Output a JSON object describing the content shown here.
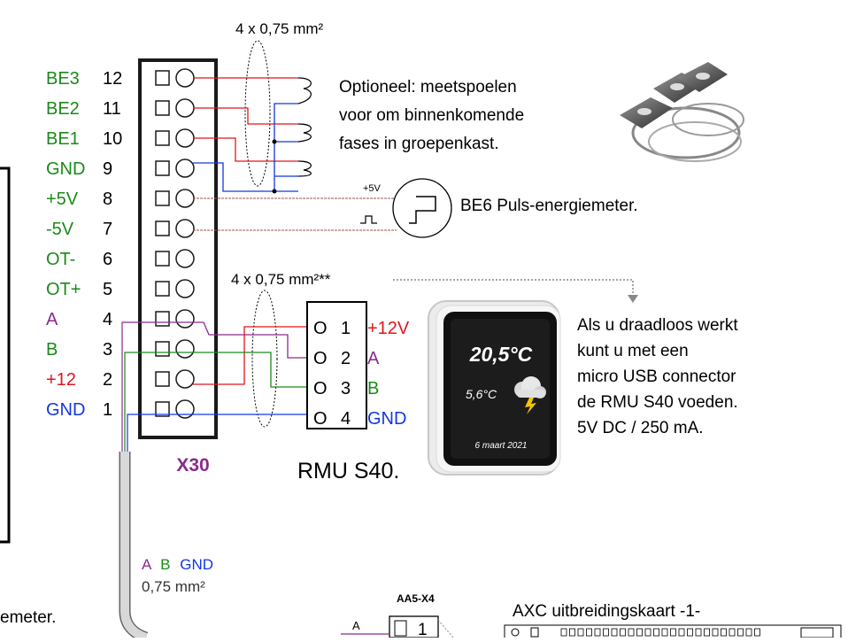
{
  "cable_top_label": "4 x 0,75 mm²",
  "cable_mid_label": "4 x 0,75 mm²**",
  "terminal_block": "X30",
  "terminals": [
    {
      "name": "BE3",
      "num": "12",
      "color": "#1a8a1a"
    },
    {
      "name": "BE2",
      "num": "11",
      "color": "#1a8a1a"
    },
    {
      "name": "BE1",
      "num": "10",
      "color": "#1a8a1a"
    },
    {
      "name": "GND",
      "num": "9",
      "color": "#1a8a1a"
    },
    {
      "name": "+5V",
      "num": "8",
      "color": "#1a8a1a"
    },
    {
      "name": "-5V",
      "num": "7",
      "color": "#1a8a1a"
    },
    {
      "name": "OT-",
      "num": "6",
      "color": "#1a8a1a"
    },
    {
      "name": "OT+",
      "num": "5",
      "color": "#1a8a1a"
    },
    {
      "name": "A",
      "num": "4",
      "color": "#8b2a8b"
    },
    {
      "name": "B",
      "num": "3",
      "color": "#1a8a1a"
    },
    {
      "name": "+12",
      "num": "2",
      "color": "#e0161b"
    },
    {
      "name": "GND",
      "num": "1",
      "color": "#1437e0"
    }
  ],
  "optional_note": [
    "Optioneel: meetspoelen",
    "voor om binnenkomende",
    "fases in groepenkast."
  ],
  "meter_plus_label": "+5V",
  "meter_label": "BE6 Puls-energiemeter.",
  "rmu_terminals": [
    {
      "num": "1",
      "label": "+12V",
      "color": "#e0161b"
    },
    {
      "num": "2",
      "label": "A",
      "color": "#8b2a8b"
    },
    {
      "num": "3",
      "label": "B",
      "color": "#1a8a1a"
    },
    {
      "num": "4",
      "label": "GND",
      "color": "#1437e0"
    }
  ],
  "rmu_name": "RMU S40.",
  "display": {
    "temp": "20,5°C",
    "outdoor": "5,6°C",
    "date": "6 maart 2021"
  },
  "wireless_note": [
    "Als u draadloos werkt",
    "kunt u met een",
    "micro USB connector",
    "de  RMU S40 voeden.",
    "5V DC / 250 mA."
  ],
  "lower_cable": {
    "a": "A",
    "b": "B",
    "gnd": "GND",
    "size": "0,75 mm²"
  },
  "meter_fragment": "emeter.",
  "aa5_label": "AA5-X4",
  "aa5_wire": "A",
  "aa5_num": "1",
  "axc_label": "AXC uitbreidingskaart -1-",
  "colors": {
    "red": "#e0161b",
    "blue": "#1437e0",
    "green": "#1a8a1a",
    "purple": "#8b2a8b"
  }
}
